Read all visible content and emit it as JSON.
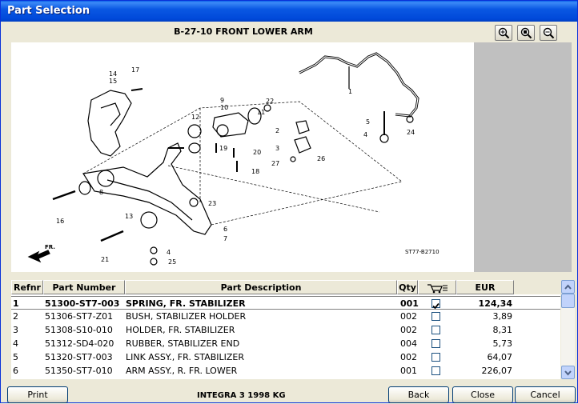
{
  "window": {
    "title": "Part Selection"
  },
  "diagram": {
    "title": "B-27-10 FRONT LOWER ARM",
    "code": "ST77-B2710",
    "direction_label": "FR.",
    "callouts": [
      "1",
      "2",
      "3",
      "4",
      "4",
      "5",
      "6",
      "7",
      "8",
      "9",
      "10",
      "11",
      "12",
      "13",
      "14",
      "15",
      "16",
      "17",
      "18",
      "19",
      "20",
      "21",
      "22",
      "23",
      "24",
      "25",
      "26",
      "27"
    ]
  },
  "zoom": {
    "zoom_in_icon": "zoom-in-icon",
    "zoom_fit_icon": "zoom-fit-icon",
    "zoom_out_icon": "zoom-out-icon"
  },
  "table": {
    "columns": [
      "Refnr",
      "Part Number",
      "Part Description",
      "Qty",
      "",
      "EUR"
    ],
    "rows": [
      {
        "ref": "1",
        "part": "51300-ST7-003",
        "desc": "SPRING, FR. STABILIZER",
        "qty": "001",
        "checked": true,
        "eur": "124,34"
      },
      {
        "ref": "2",
        "part": "51306-ST7-Z01",
        "desc": "BUSH, STABILIZER HOLDER",
        "qty": "002",
        "checked": false,
        "eur": "3,89"
      },
      {
        "ref": "3",
        "part": "51308-S10-010",
        "desc": "HOLDER, FR. STABILIZER",
        "qty": "002",
        "checked": false,
        "eur": "8,31"
      },
      {
        "ref": "4",
        "part": "51312-SD4-020",
        "desc": "RUBBER, STABILIZER END",
        "qty": "004",
        "checked": false,
        "eur": "5,73"
      },
      {
        "ref": "5",
        "part": "51320-ST7-003",
        "desc": "LINK ASSY., FR. STABILIZER",
        "qty": "002",
        "checked": false,
        "eur": "64,07"
      },
      {
        "ref": "6",
        "part": "51350-ST7-010",
        "desc": "ARM ASSY., R. FR. LOWER",
        "qty": "001",
        "checked": false,
        "eur": "226,07"
      }
    ]
  },
  "bottom": {
    "print": "Print",
    "vehicle": "INTEGRA  3  1998  KG",
    "back": "Back",
    "close": "Close",
    "cancel": "Cancel"
  }
}
